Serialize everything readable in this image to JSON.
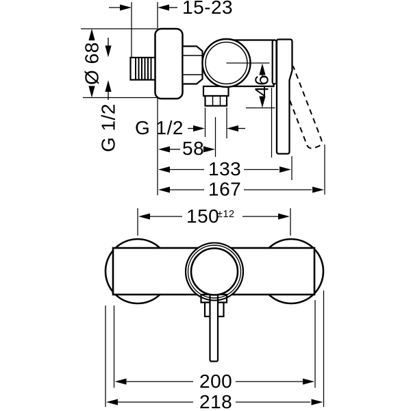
{
  "colors": {
    "line": "#000000",
    "background": "#ffffff"
  },
  "dims": {
    "top": {
      "projection": "15-23",
      "diameter": "Ø 68",
      "inlet_thread": "G 1/2",
      "outlet_thread": "G 1/2",
      "outlet_offset": "58",
      "depth_closed": "133",
      "depth_open": "167",
      "outlet_drop": "46"
    },
    "front": {
      "spacing": "150",
      "spacing_tolerance": "±12",
      "body_width": "200",
      "overall_width": "218"
    }
  }
}
